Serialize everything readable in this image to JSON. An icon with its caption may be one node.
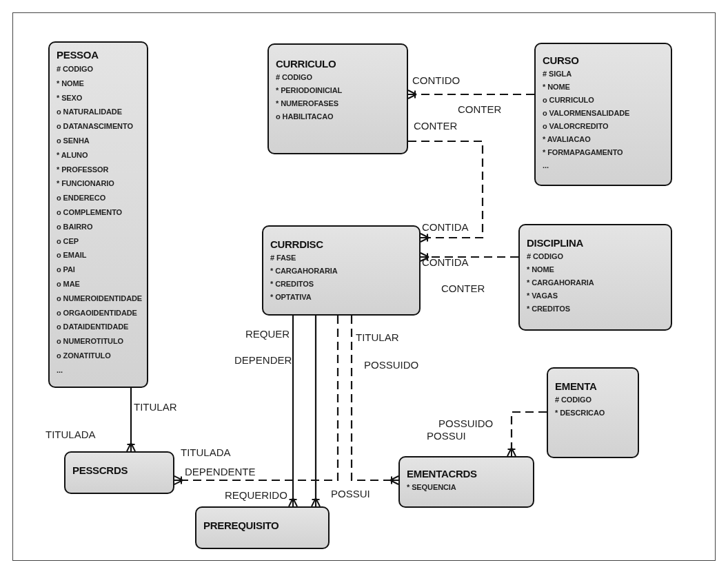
{
  "diagram": {
    "nodes": [
      {
        "text": [
          "PESSOA",
          "# CODIGO",
          "* NOME",
          "* SEXO",
          "o NATURALIDADE",
          "o DATANASCIMENTO",
          "o SENHA",
          "* ALUNO",
          "* PROFESSOR",
          "* FUNCIONARIO",
          "o ENDERECO",
          "o COMPLEMENTO",
          "o BAIRRO",
          "o CEP",
          "o EMAIL",
          "o PAI",
          "o MAE",
          "o NUMEROIDENTIDADE",
          "o ORGAOIDENTIDADE",
          "o DATAIDENTIDADE",
          "o NUMEROTITULO",
          "o ZONATITULO",
          "..."
        ]
      },
      {
        "text": [
          "CURRICULO",
          "# CODIGO",
          "* PERIODOINICIAL",
          "* NUMEROFASES",
          "o HABILITACAO"
        ]
      },
      {
        "text": [
          "CURSO",
          "# SIGLA",
          "* NOME",
          "o CURRICULO",
          "o VALORMENSALIDADE",
          "o VALORCREDITO",
          "* AVALIACAO",
          "* FORMAPAGAMENTO",
          "..."
        ]
      },
      {
        "text": [
          "CURRDISC",
          "# FASE",
          "* CARGAHORARIA",
          "* CREDITOS",
          "* OPTATIVA"
        ]
      },
      {
        "text": [
          "DISCIPLINA",
          "# CODIGO",
          "* NOME",
          "* CARGAHORARIA",
          "* VAGAS",
          "* CREDITOS"
        ]
      },
      {
        "text": [
          "EMENTA",
          "# CODIGO",
          "* DESCRICAO"
        ]
      },
      {
        "text": [
          "PESSCRDS"
        ]
      },
      {
        "text": [
          "EMENTACRDS",
          "* SEQUENCIA"
        ]
      },
      {
        "text": [
          "PREREQUISITO"
        ]
      }
    ],
    "edges": [
      {
        "from": 2,
        "to": 1,
        "arrow": "other",
        "style": "dashed"
      },
      {
        "from": 1,
        "to": 3,
        "arrow": "other",
        "style": "dashed"
      },
      {
        "from": 4,
        "to": 3,
        "arrow": "other",
        "style": "dashed"
      },
      {
        "from": 3,
        "to": 8,
        "arrow": "other"
      },
      {
        "from": 3,
        "to": 8,
        "arrow": "other"
      },
      {
        "from": 3,
        "to": 6,
        "arrow": "other",
        "style": "dashed"
      },
      {
        "from": 3,
        "to": 7,
        "arrow": "other",
        "style": "dashed"
      },
      {
        "from": 5,
        "to": 7,
        "arrow": "other",
        "style": "dashed"
      },
      {
        "from": 0,
        "to": 6,
        "arrow": "other"
      }
    ],
    "labels": [
      "CONTIDO",
      "CONTER",
      "CONTER",
      "CONTIDA",
      "CONTIDA",
      "CONTER",
      "REQUER",
      "TITULAR",
      "DEPENDER",
      "POSSUIDO",
      "TITULAR",
      "TITULADA",
      "TITULADA",
      "DEPENDENTE",
      "REQUERIDO",
      "POSSUI",
      "POSSUIDO",
      "POSSUI"
    ]
  }
}
